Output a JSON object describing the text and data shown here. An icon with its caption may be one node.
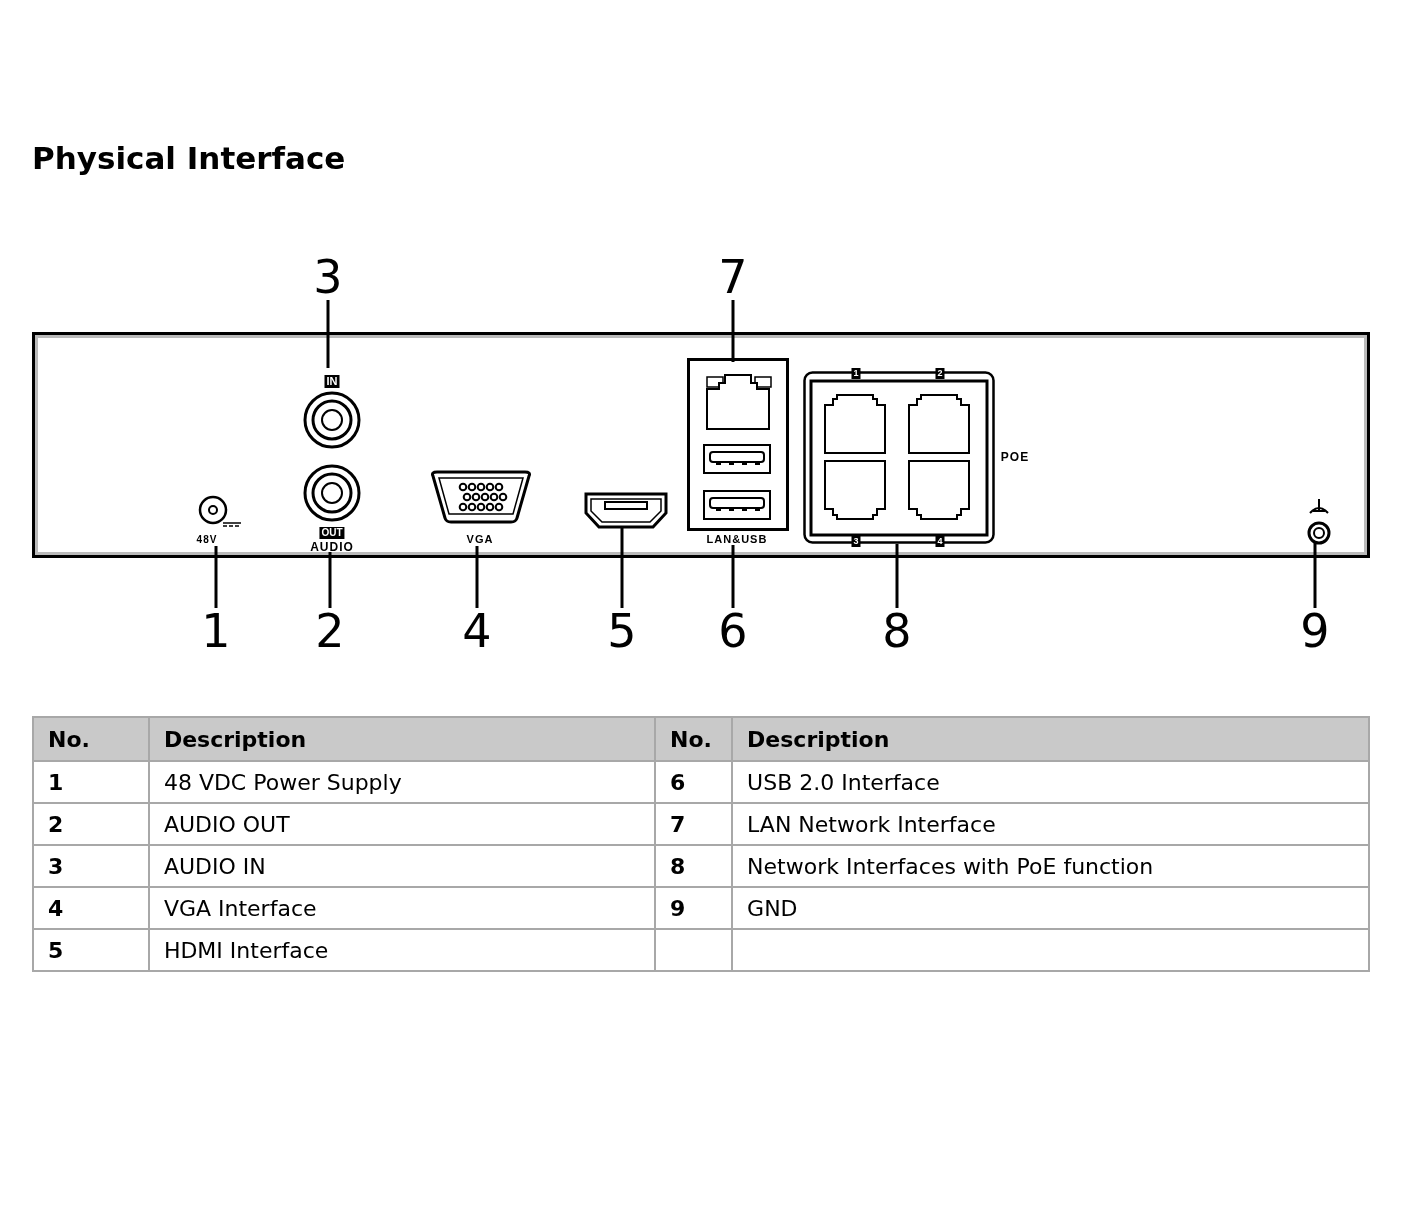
{
  "diagram": {
    "title": "Physical Interface",
    "nodes": [
      {
        "text": [],
        "shape": "box"
      },
      {
        "text": [
          "3"
        ]
      },
      {
        "text": [
          "7"
        ]
      },
      {
        "text": [
          "IN"
        ],
        "in": 0
      },
      {
        "text": [
          "LAN&USB"
        ],
        "in": 0
      },
      {
        "text": [],
        "shape": "box",
        "in": 4
      },
      {
        "text": [
          "48V"
        ],
        "in": 0
      },
      {
        "text": [
          "OUT",
          "AUDIO"
        ],
        "in": 0
      },
      {
        "text": [
          "VGA"
        ],
        "in": 0
      },
      {
        "text": [],
        "shape": "box",
        "in": 0
      },
      {
        "text": [
          "1",
          "2",
          "3",
          "4",
          "POE"
        ],
        "in": 0
      },
      {
        "text": [],
        "shape": "circle",
        "in": 0
      },
      {
        "text": [
          "1"
        ]
      },
      {
        "text": [
          "2"
        ]
      },
      {
        "text": [
          "4"
        ]
      },
      {
        "text": [
          "5"
        ]
      },
      {
        "text": [
          "6"
        ]
      },
      {
        "text": [
          "8"
        ]
      },
      {
        "text": [
          "9"
        ]
      }
    ],
    "edges": [
      {
        "from": 1,
        "to": 3,
        "arrow": "none"
      },
      {
        "from": 2,
        "to": 5,
        "arrow": "none"
      },
      {
        "from": 12,
        "to": 6,
        "arrow": "none"
      },
      {
        "from": 13,
        "to": 7,
        "arrow": "none"
      },
      {
        "from": 14,
        "to": 8,
        "arrow": "none"
      },
      {
        "from": 15,
        "to": 9,
        "arrow": "none"
      },
      {
        "from": 16,
        "to": 4,
        "arrow": "none"
      },
      {
        "from": 17,
        "to": 10,
        "arrow": "none"
      },
      {
        "from": 18,
        "to": 11,
        "arrow": "none"
      }
    ],
    "labels": [
      "No.",
      "Description",
      "No.",
      "Description",
      "1",
      "48 VDC Power Supply",
      "6",
      "USB 2.0 Interface",
      "2",
      "AUDIO OUT",
      "7",
      "LAN Network Interface",
      "3",
      "AUDIO IN",
      "8",
      "Network Interfaces with PoE function",
      "4",
      "VGA Interface",
      "9",
      "GND",
      "5",
      "HDMI Interface"
    ]
  }
}
